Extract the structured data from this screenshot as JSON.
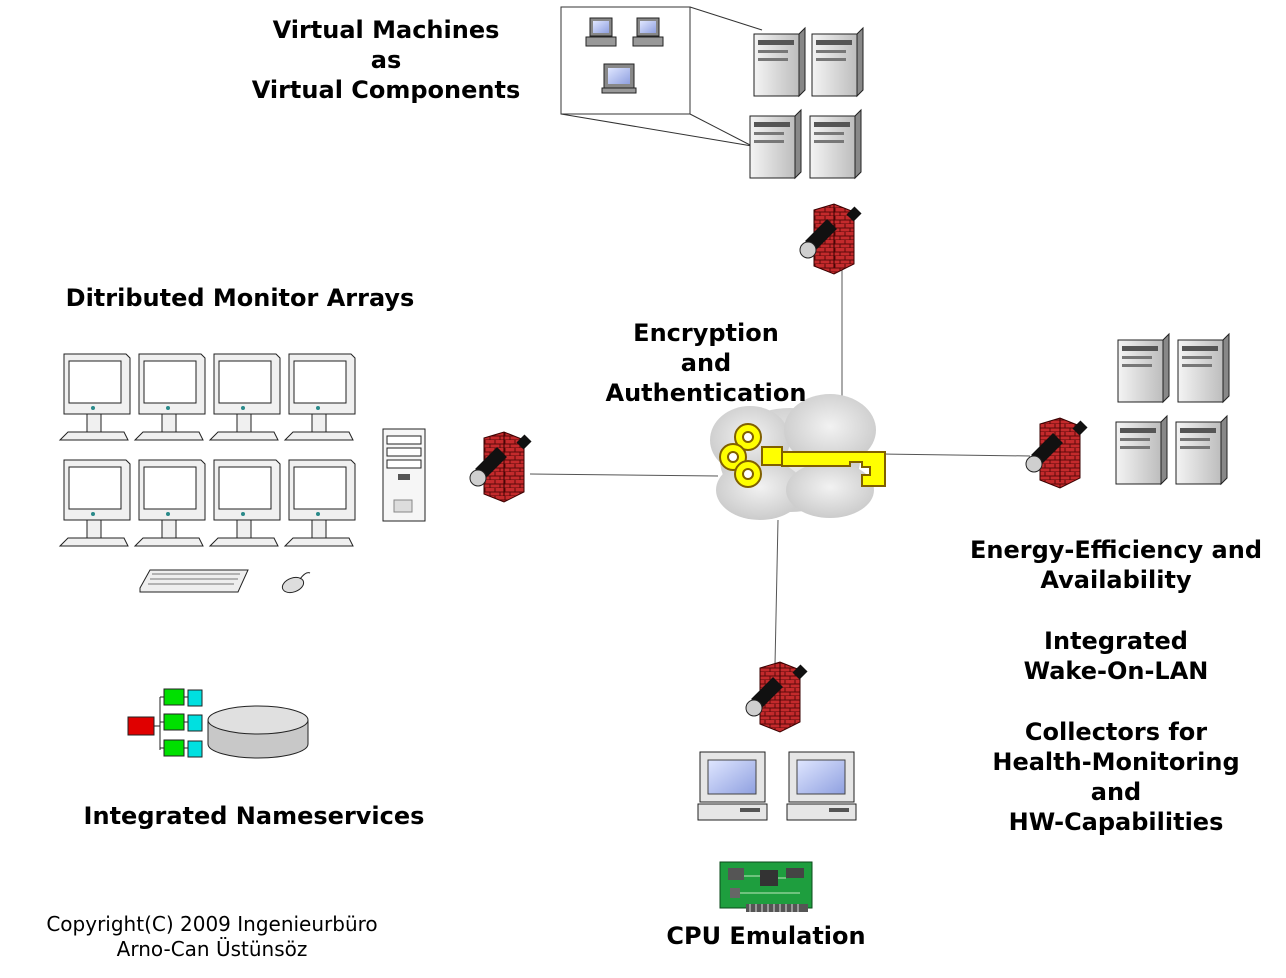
{
  "labels": {
    "virtual_machines": [
      "Virtual Machines",
      "as",
      "Virtual Components"
    ],
    "monitor_arrays": "Ditributed Monitor Arrays",
    "encryption": [
      "Encryption",
      "and",
      "Authentication"
    ],
    "energy": [
      "Energy-Efficiency and",
      "Availability"
    ],
    "wol": [
      "Integrated",
      "Wake-On-LAN"
    ],
    "collectors": [
      "Collectors for",
      "Health-Monitoring",
      "and",
      "HW-Capabilities"
    ],
    "nameservices": "Integrated Nameservices",
    "cpu": "CPU Emulation"
  },
  "copyright": [
    "Copyright(C) 2009 Ingenieurbüro",
    "Arno-Can Üstünsöz"
  ],
  "colors": {
    "firewall_brick": "#c0282a",
    "key_fill": "#ffff00",
    "key_stroke": "#806000",
    "cloud": "#d8d8d8",
    "board": "#1e9e3e"
  }
}
